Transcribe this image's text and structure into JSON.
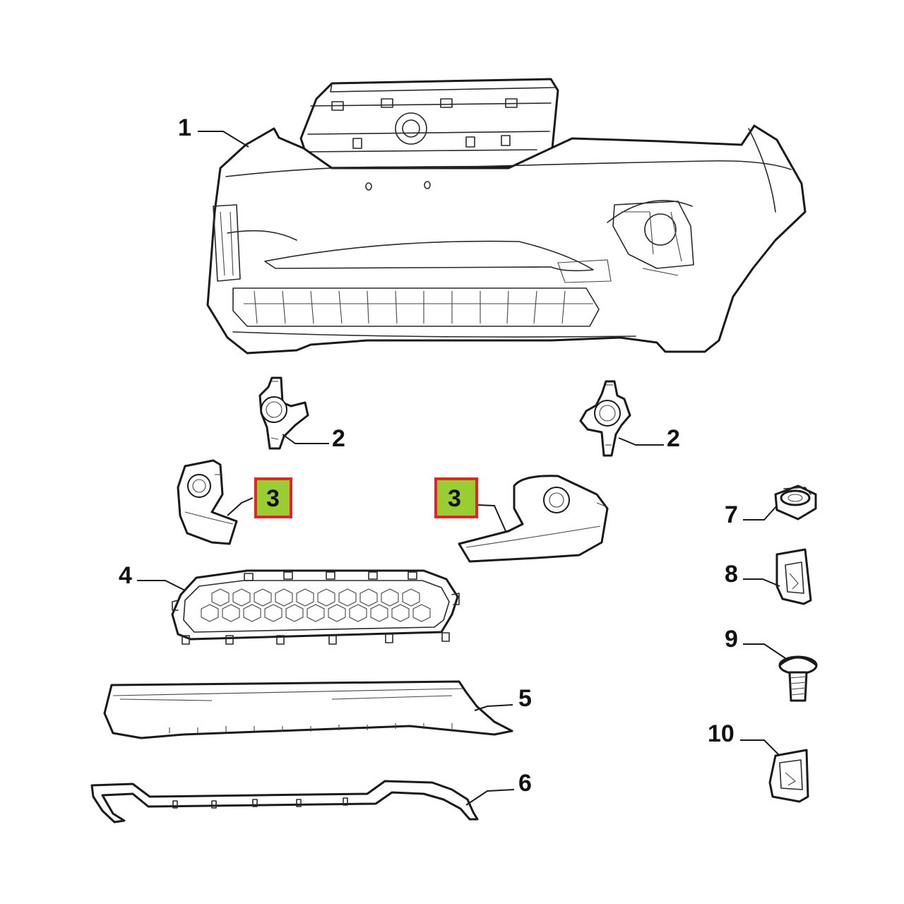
{
  "callouts": [
    {
      "label": "1"
    },
    {
      "label": "2"
    },
    {
      "label": "2"
    },
    {
      "label": "3",
      "highlighted": true
    },
    {
      "label": "3",
      "highlighted": true
    },
    {
      "label": "4"
    },
    {
      "label": "5"
    },
    {
      "label": "6"
    },
    {
      "label": "7"
    },
    {
      "label": "8"
    },
    {
      "label": "9"
    },
    {
      "label": "10"
    }
  ],
  "colors": {
    "line": "#1a1a1a",
    "highlight_fill": "#9acd32",
    "highlight_border": "#e8222a"
  }
}
